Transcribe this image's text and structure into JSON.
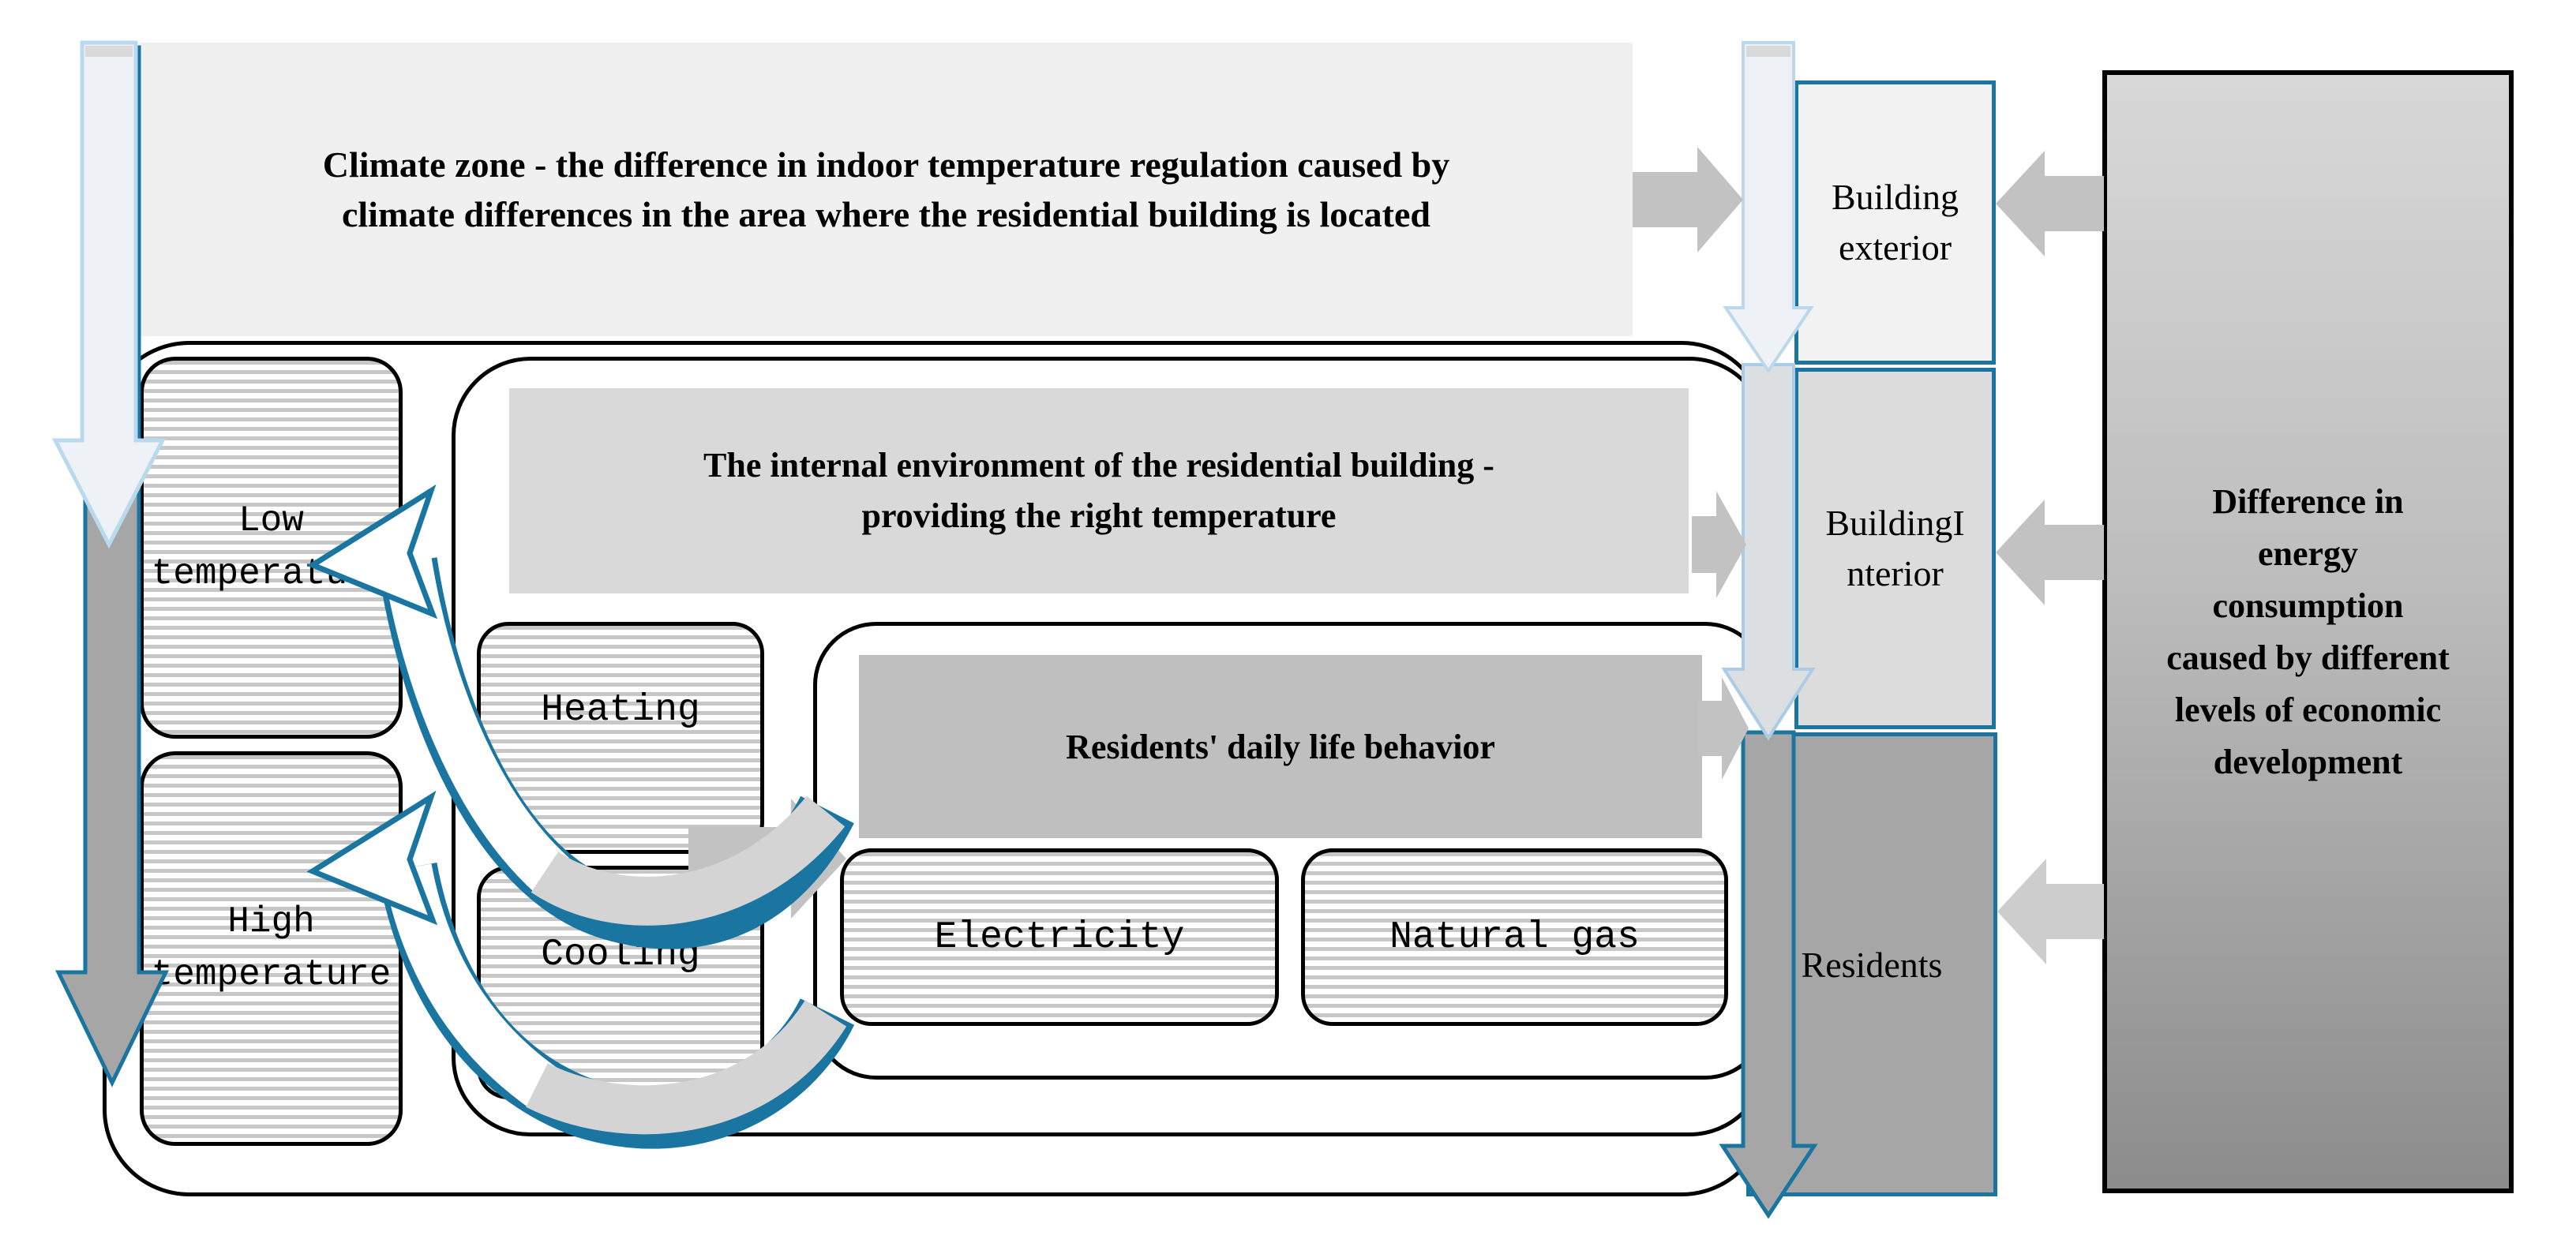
{
  "colors": {
    "teal_border": "#1a75a0",
    "light_blue_border": "#b8d9ee",
    "block_arrow_gray": "#c2c2c2",
    "dark_arrow_gray": "#a6a6a6",
    "light_arrow_fill": "#eef1f5",
    "stripe_gray": "#c7c7c7",
    "climate_bg": "#f0f0f0",
    "env_bg": "#d9d9d9",
    "behavior_bg": "#bfbfbf",
    "exterior_bg": "#f2f2f2",
    "interior_bg": "#dcdcdc",
    "residents_bg": "#a6a6a6",
    "difference_bg_top": "#d8d8d8",
    "difference_bg_bottom": "#8c8c8c"
  },
  "climate_box": {
    "label": "Climate zone - the difference in indoor temperature regulation caused by\nclimate differences in the area where the residential building is located"
  },
  "internal_env_box": {
    "label": "The internal environment of the residential building -\nproviding the right temperature"
  },
  "temperature_boxes": {
    "low": {
      "label": "Low\ntemperature"
    },
    "high": {
      "label": "High\ntemperature"
    }
  },
  "hvac_boxes": {
    "heating": {
      "label": "Heating"
    },
    "cooling": {
      "label": "Cooling"
    }
  },
  "behavior_box": {
    "label": "Residents' daily life behavior"
  },
  "energy_boxes": {
    "electricity": {
      "label": "Electricity"
    },
    "natural_gas": {
      "label": "Natural gas"
    }
  },
  "right_column": {
    "building_exterior": {
      "label": "Building exterior"
    },
    "building_interior": {
      "label": "BuildingI\nnterior"
    },
    "residents": {
      "label": "Residents"
    }
  },
  "difference_box": {
    "label": "Difference in\nenergy\nconsumption\ncaused by different\nlevels of economic\ndevelopment"
  }
}
